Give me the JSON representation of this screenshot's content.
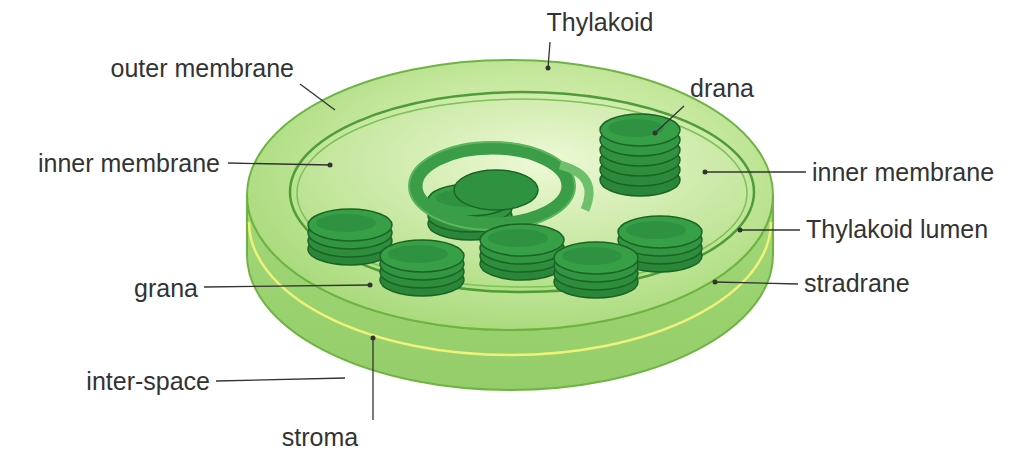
{
  "diagram": {
    "labels": [
      "Thylakoid",
      "outer membrane",
      "drana",
      "inner membrane",
      "inner membrane",
      "Thylakoid lumen",
      "grana",
      "stradrane",
      "inter-space",
      "stroma"
    ]
  }
}
